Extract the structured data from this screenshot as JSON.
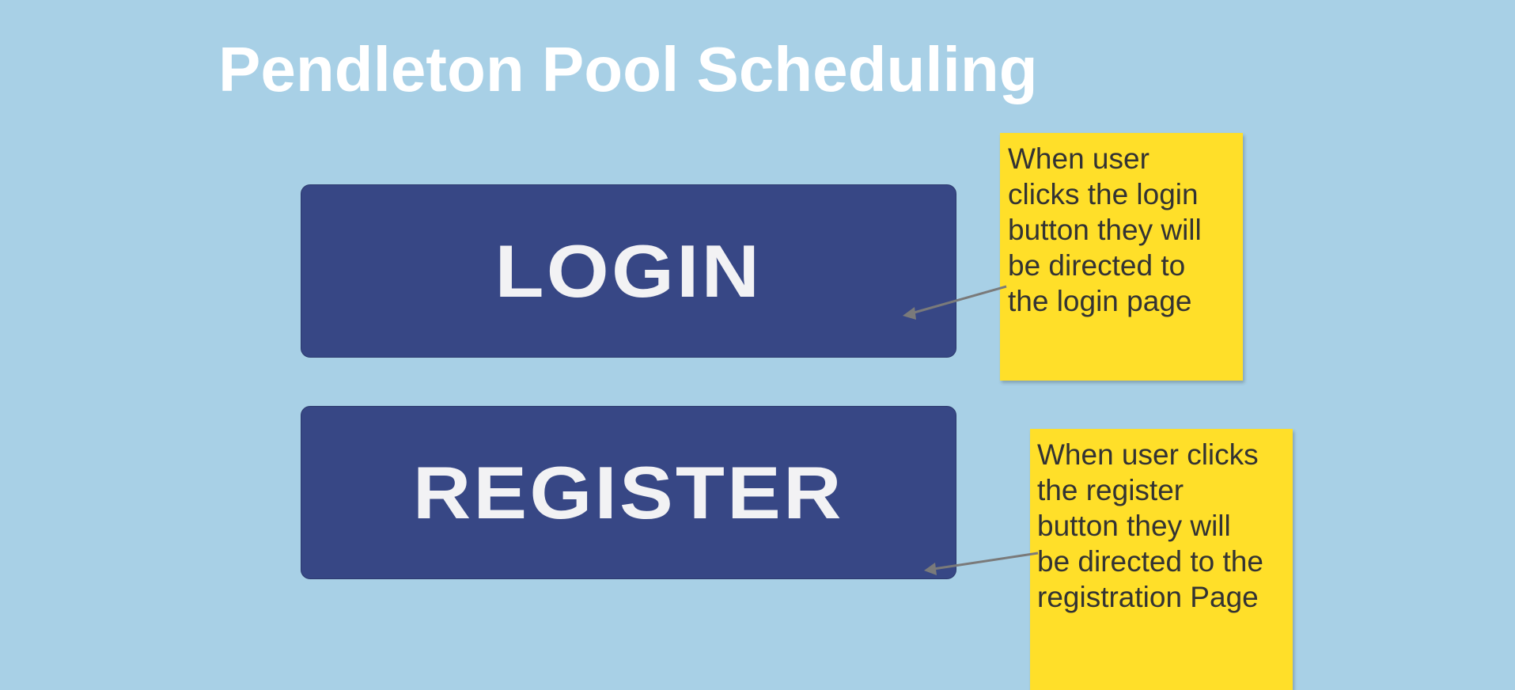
{
  "page": {
    "title": "Pendleton Pool Scheduling",
    "background_color": "#a8d0e6"
  },
  "buttons": {
    "login_label": "LOGIN",
    "register_label": "REGISTER",
    "color": "#374785"
  },
  "notes": {
    "login_note": "When user\nclicks the login\nbutton they will\nbe directed to\nthe login page",
    "register_note": "When user clicks\nthe register\nbutton they will\nbe directed to the\nregistration Page",
    "color": "#ffdf29"
  }
}
